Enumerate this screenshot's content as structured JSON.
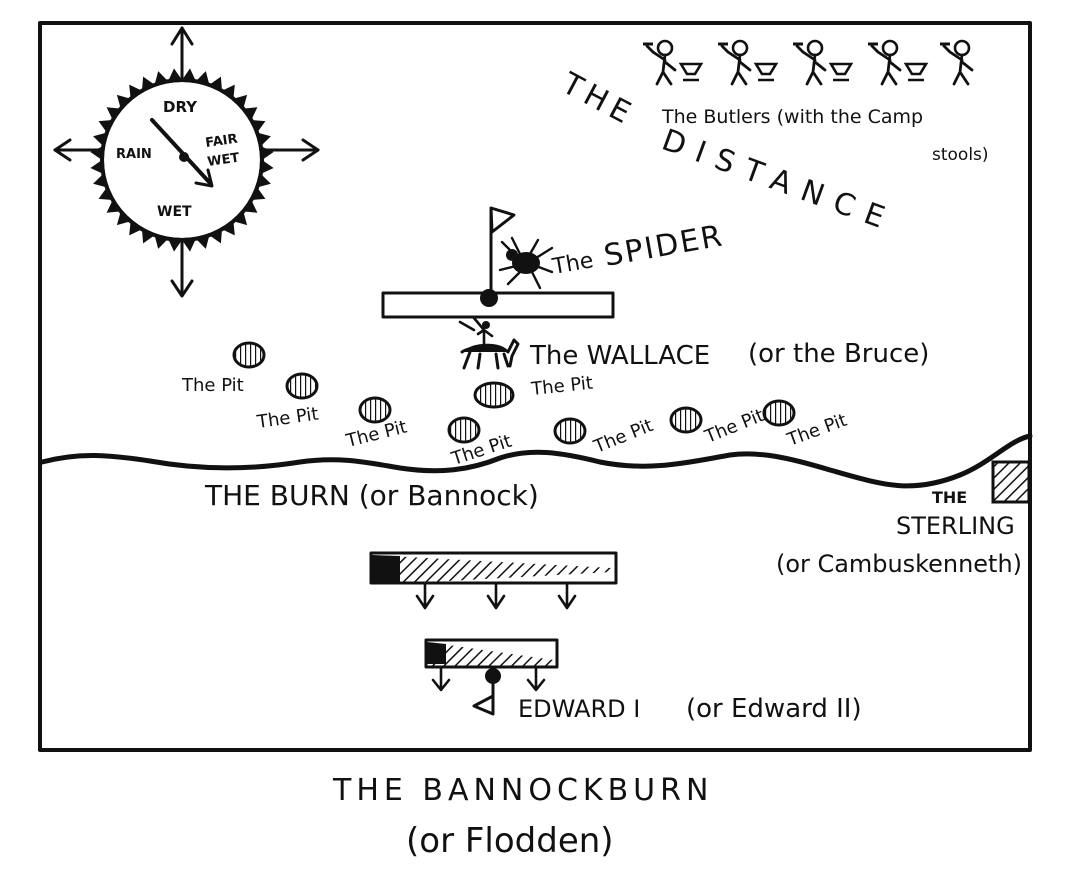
{
  "caption": {
    "title": "THE BANNOCKBURN",
    "subtitle": "(or Flodden)"
  },
  "compass": {
    "top": "DRY",
    "left": "RAIN",
    "right_line1": "FAIR",
    "right_line2": "WET",
    "bottom": "WET"
  },
  "labels": {
    "distance_the": "THE",
    "distance_word": "DISTANCE",
    "butlers_line1": "The Butlers (with the Camp",
    "butlers_line2": "stools)",
    "spider_the": "The",
    "spider_word": "SPIDER",
    "wallace": "The WALLACE",
    "wallace_alt": "(or the Bruce)",
    "burn": "THE BURN (or Bannock)",
    "sterling_the": "THE",
    "sterling_word": "STERLING",
    "sterling_alt": "(or Cambuskenneth)",
    "edward": "EDWARD I",
    "edward_alt": "(or Edward II)"
  },
  "pits": [
    "The Pit",
    "The Pit",
    "The Pit",
    "The Pit",
    "The Pit",
    "The Pit",
    "The Pit",
    "The Pit"
  ],
  "colors": {
    "ink": "#111111",
    "paper": "#ffffff"
  }
}
